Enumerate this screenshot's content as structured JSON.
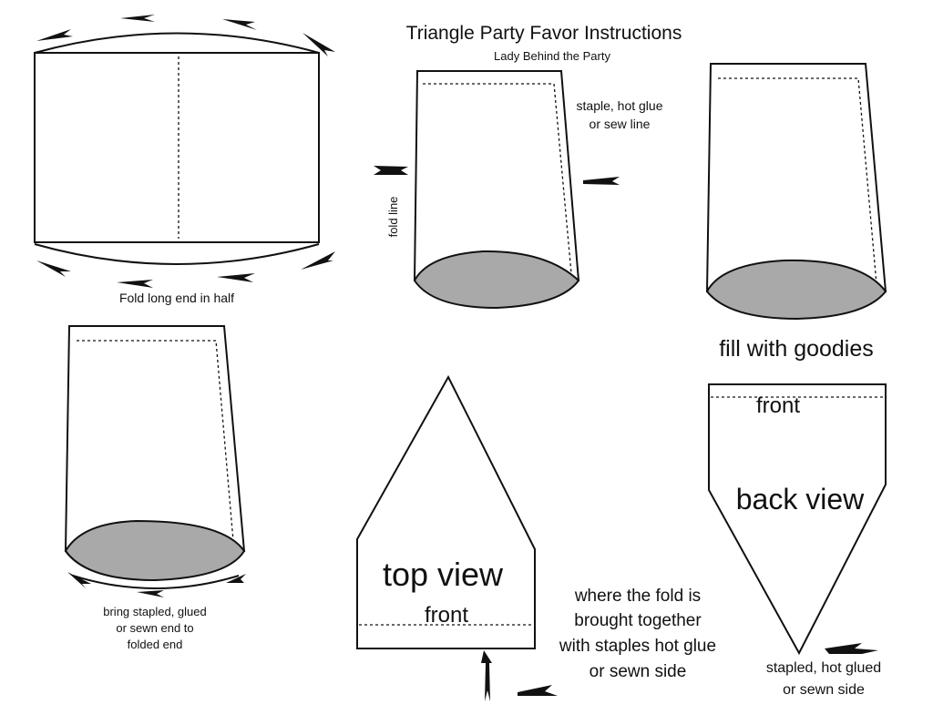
{
  "title": "Triangle Party Favor Instructions",
  "subtitle": "Lady Behind the Party",
  "step1": {
    "caption": "Fold long end in half"
  },
  "step2": {
    "seam_note": [
      "staple, hot glue",
      "or sew line"
    ],
    "fold_label": "fold line"
  },
  "step3": {
    "caption": "fill with goodies"
  },
  "step4": {
    "caption": [
      "bring stapled, glued",
      "or sewn end to",
      "folded end"
    ]
  },
  "step5": {
    "view_label": "top view",
    "front_label": "front",
    "note": [
      "where the fold is",
      "brought together",
      "with staples hot glue",
      "or sewn side"
    ]
  },
  "step6": {
    "front_label": "front",
    "view_label": "back view",
    "caption": [
      "stapled, hot glued",
      "or sewn side"
    ]
  },
  "colors": {
    "ink": "#111111",
    "base_fill": "#a9a9a9",
    "background": "#ffffff"
  }
}
